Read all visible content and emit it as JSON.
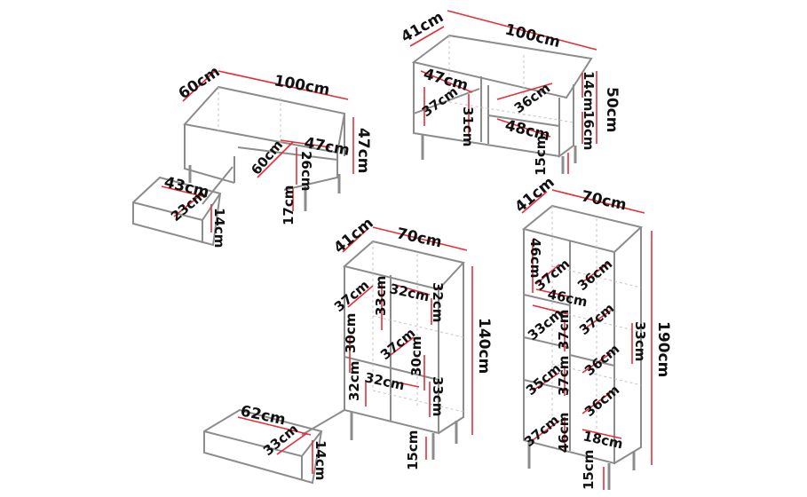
{
  "colors": {
    "outline": "#8c8c8c",
    "dimension": "#e3303a",
    "text": "#111111",
    "background": "#ffffff"
  },
  "tv_stand": {
    "depth": "41cm",
    "width": "100cm",
    "height": "50cm",
    "shelf_width": "47cm",
    "inner_height_left": "37cm",
    "divider": "31cm",
    "right_depth": "36cm",
    "right_width": "48cm",
    "top_gap": "14cm",
    "lower_gap": "16cm",
    "legs": "15cm"
  },
  "coffee_table": {
    "depth": "60cm",
    "width": "100cm",
    "height": "47cm",
    "inner_width": "47cm",
    "inner_depth": "60cm",
    "inner_height": "26cm",
    "legs": "17cm",
    "drawer": {
      "width": "43cm",
      "depth": "23cm",
      "height": "14cm"
    }
  },
  "cabinet_140": {
    "depth": "41cm",
    "width": "70cm",
    "height": "140cm",
    "shelf_a": "37cm",
    "shelf_b": "33cm",
    "shelf_c": "32cm",
    "shelf_d": "32cm",
    "shelf_e": "30cm",
    "shelf_f": "37cm",
    "shelf_g": "32cm",
    "shelf_h": "30cm",
    "shelf_i": "32cm",
    "shelf_j": "33cm",
    "legs": "15cm",
    "drawer": {
      "width": "62cm",
      "depth": "33cm",
      "height": "14cm"
    }
  },
  "cabinet_190": {
    "depth": "41cm",
    "width": "70cm",
    "height": "190cm",
    "top_height": "46cm",
    "top_depth": "37cm",
    "top_width": "46cm",
    "top_right": "36cm",
    "left_a": "33cm",
    "left_b": "37cm",
    "right_a": "37cm",
    "right_b": "33cm",
    "left_c": "35cm",
    "left_d": "37cm",
    "right_c": "36cm",
    "right_d": "36cm",
    "bottom_depth": "37cm",
    "bottom_height": "46cm",
    "bottom_right": "18cm",
    "legs": "15cm"
  }
}
